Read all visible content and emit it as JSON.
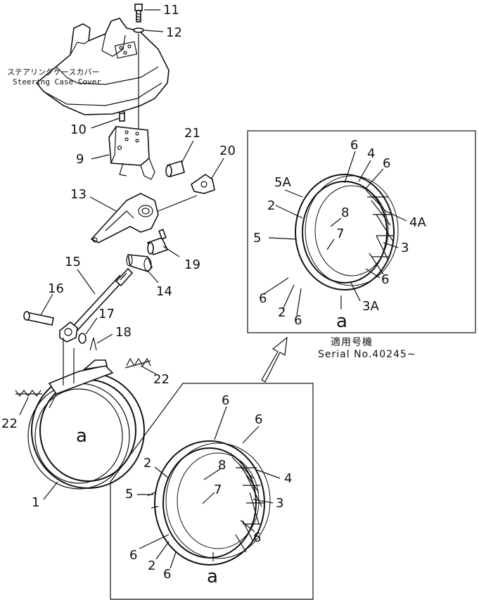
{
  "part_numbers": {
    "p1": "1",
    "p2a": "2",
    "p2b": "2",
    "p3": "3",
    "p4": "4",
    "p5": "5",
    "p6a": "6",
    "p6b": "6",
    "p6c": "6",
    "p6d": "6",
    "p7": "7",
    "p8": "8",
    "p9": "9",
    "p10": "10",
    "p11": "11",
    "p12": "12",
    "p13": "13",
    "p14": "14",
    "p15": "15",
    "p16": "16",
    "p17": "17",
    "p18": "18",
    "p19": "19",
    "p20": "20",
    "p21": "21",
    "p22a": "22",
    "p22b": "22",
    "i2a": "2",
    "i2b": "2",
    "i3": "3",
    "i3A": "3A",
    "i4": "4",
    "i4A": "4A",
    "i5": "5",
    "i5A": "5A",
    "i6a": "6",
    "i6b": "6",
    "i6c": "6",
    "i6d": "6",
    "i6e": "6",
    "i7": "7",
    "i8": "8"
  },
  "view_labels": {
    "drum_a": "a",
    "lower_a": "a",
    "inset_a": "a"
  },
  "cover_note": {
    "japanese": "ステアリングケースカバー",
    "english": "Steering Case Cover"
  },
  "serial_note": {
    "japanese": "適用号機",
    "english": "Serial  No.40245~"
  }
}
